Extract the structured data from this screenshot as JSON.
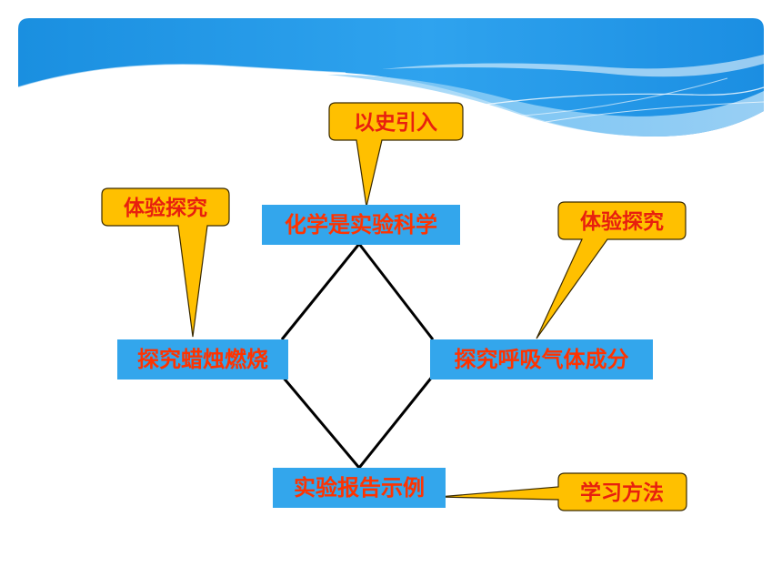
{
  "colors": {
    "header_blue": "#1e90e0",
    "node_fill": "#33a6ec",
    "node_text": "#ff3300",
    "callout_fill": "#ffc000",
    "callout_stroke": "#3a2a00",
    "callout_text": "#e8200e",
    "connector": "#000000"
  },
  "nodes": {
    "top": "化学是实验科学",
    "left": "探究蜡烛燃烧",
    "right": "探究呼吸气体成分",
    "bottom": "实验报告示例"
  },
  "callouts": {
    "history_intro": "以史引入",
    "experience_left": "体验探究",
    "experience_right": "体验探究",
    "learning_method": "学习方法"
  }
}
